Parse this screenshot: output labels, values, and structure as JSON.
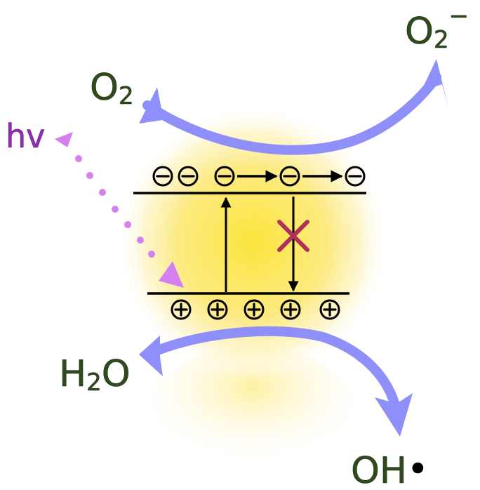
{
  "labels": {
    "o2": "O",
    "o2_sub": "2",
    "superoxide": "O",
    "superoxide_sub": "2",
    "superoxide_charge": "−",
    "hv": "hv",
    "water_h": "H",
    "water_sub": "2",
    "water_o": "O",
    "hydroxyl": "OH",
    "radical_dot": "•"
  },
  "colors": {
    "particle_core": "#fbe53c",
    "particle_edge": "#fdf0a8",
    "arrow_blue": "#8f8ffa",
    "photon_violet": "#d680f0",
    "hv_text": "#8e2fb0",
    "label_green": "#2f4a1c",
    "blocked_cross": "#b0305a"
  },
  "conduction_band": {
    "electrons": 5,
    "transfer_arrows": 2
  },
  "valence_band": {
    "holes": 5
  },
  "transitions": {
    "excitation": "up",
    "recombination": "blocked"
  }
}
